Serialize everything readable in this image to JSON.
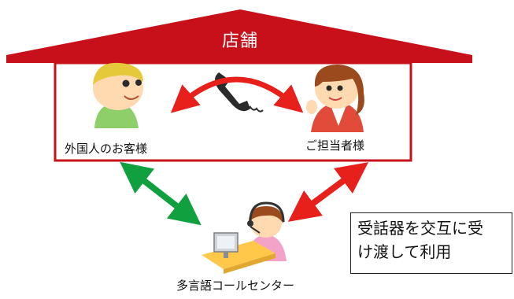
{
  "roof": {
    "title": "店舗",
    "color": "#c8101a"
  },
  "customer": {
    "label": "外国人のお客様"
  },
  "staff": {
    "label": "ご担当者様"
  },
  "call_center": {
    "label": "多言語コールセンター"
  },
  "note": {
    "line1": "受話器を交互に受",
    "line2": "け渡して利用"
  },
  "colors": {
    "red_arrow": "#e8201c",
    "green_arrow": "#10a040",
    "frame": "#c8101a"
  },
  "icons": [
    "telephone-handset-icon",
    "customer-boy-icon",
    "staff-woman-icon",
    "operator-headset-icon",
    "computer-monitor-icon"
  ]
}
